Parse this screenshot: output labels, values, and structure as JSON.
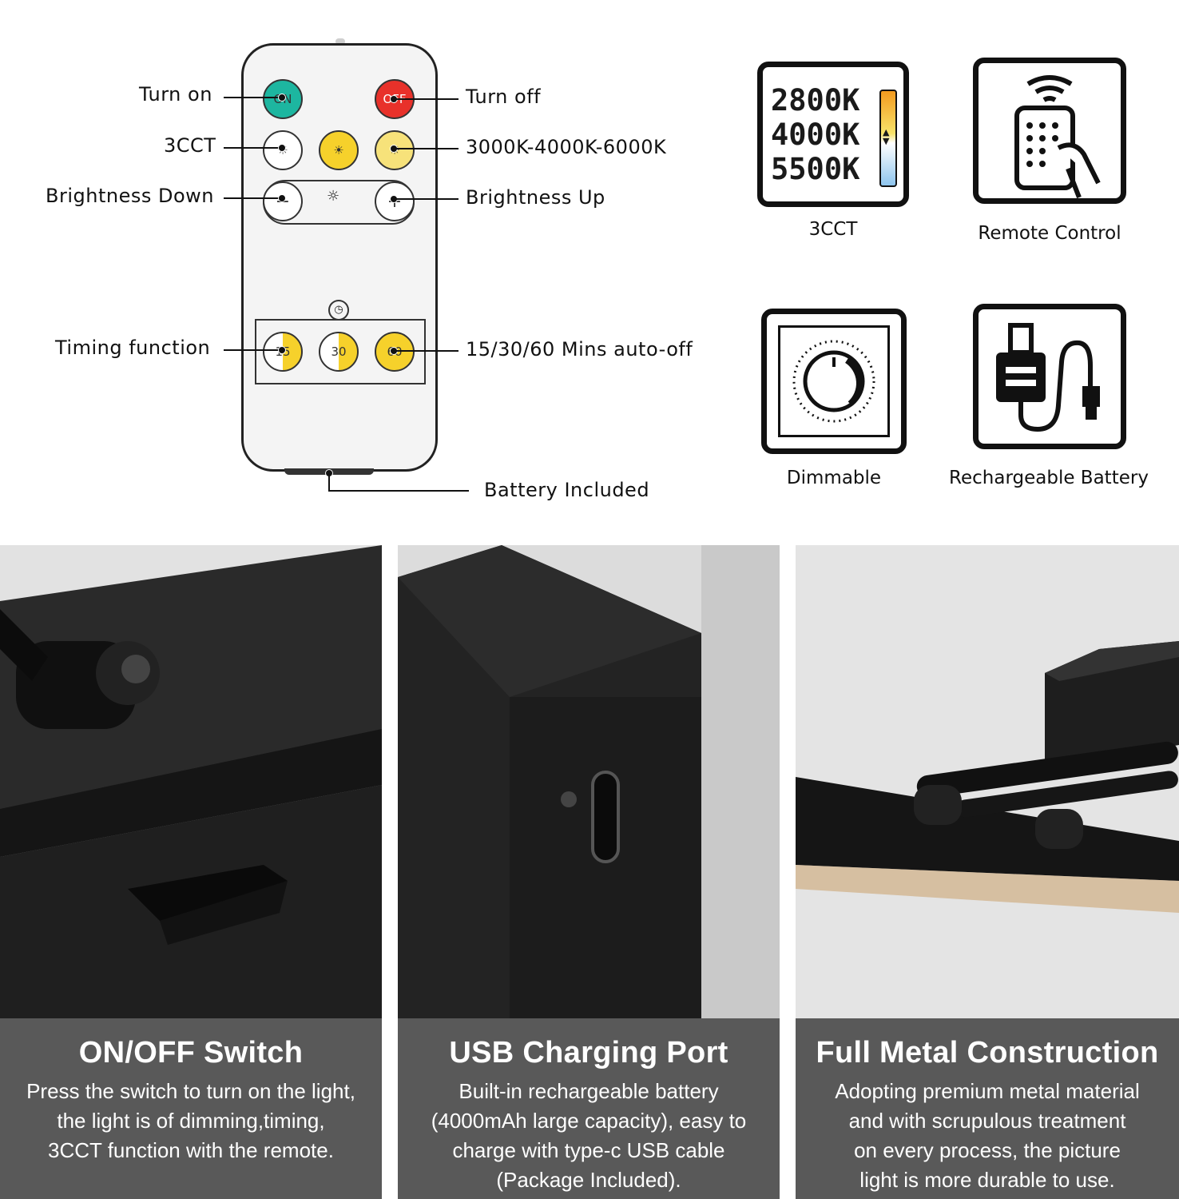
{
  "remote": {
    "labels": {
      "turn_on": "Turn on",
      "cct": "3CCT",
      "brightness_down": "Brightness Down",
      "timing": "Timing function",
      "turn_off": "Turn off",
      "temps": "3000K-4000K-6000K",
      "brightness_up": "Brightness Up",
      "auto_off": "15/30/60 Mins auto-off",
      "battery": "Battery Included"
    },
    "buttons": {
      "on": "ON",
      "off": "OFF",
      "t15": "15",
      "t30": "30",
      "t60": "60"
    },
    "colors": {
      "on": "#1db6a0",
      "off": "#e8312a",
      "yellow": "#f6d12b",
      "light_yellow": "#f7e27a"
    }
  },
  "features": [
    {
      "icon": "color-temperature-icon",
      "caption": "3CCT",
      "temps": [
        "2800K",
        "4000K",
        "5500K"
      ]
    },
    {
      "icon": "remote-control-icon",
      "caption": "Remote Control"
    },
    {
      "icon": "dimmer-knob-icon",
      "caption": "Dimmable"
    },
    {
      "icon": "usb-battery-icon",
      "caption": "Rechargeable Battery"
    }
  ],
  "panels": [
    {
      "title": "ON/OFF Switch",
      "lines": [
        "Press the switch to turn on the light,",
        "the light is of dimming,timing,",
        "3CCT function with the remote."
      ]
    },
    {
      "title": "USB Charging Port",
      "lines": [
        "Built-in rechargeable battery",
        "(4000mAh large capacity), easy to",
        "charge with type-c USB cable",
        "(Package Included)."
      ]
    },
    {
      "title": "Full Metal Construction",
      "lines": [
        "Adopting premium metal material",
        "and with scrupulous treatment",
        "on every process, the picture",
        "light is more durable to use."
      ]
    }
  ]
}
